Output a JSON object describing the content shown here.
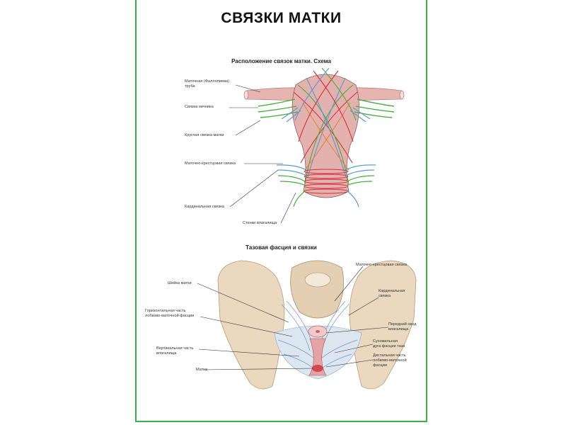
{
  "poster": {
    "title": "СВЯЗКИ МАТКИ",
    "section1": {
      "subtitle": "Расположение связок матки. Схема",
      "labels": {
        "tube": "Маточная (Фаллопиева)\nтруба",
        "ovary_lig": "Связка яичника",
        "round_lig": "Круглая связка матки",
        "uterosacral": "Маточно-крестцовая связка",
        "cardinal": "Кардинальная связка",
        "vagina_walls": "Стенки влагалища"
      }
    },
    "section2": {
      "subtitle": "Тазовая фасция и связки",
      "labels": {
        "cervix": "Шейка матки",
        "horizontal": "Горизонтальная часть\nлобково-маточной фасции",
        "vertical": "Вертикальная часть\nвлагалища",
        "uterus": "Матка",
        "uterosacral": "Маточно-крестцовая связка",
        "cardinal": "Кардинальная\nсвязка",
        "anterior_fornix": "Передний свод\nвлагалища",
        "tendinous_arch": "Сухожильная\nдуга фасции таза",
        "distal_part": "Дистальная часть\nлобково-маточной\nфасции"
      }
    },
    "colors": {
      "frame": "#38b24a",
      "bone": "#ead8bf",
      "uterus": "#d9a3a0",
      "red": "#d6303a",
      "green": "#49ad3f",
      "blue": "#5b9ad2",
      "orange": "#e0843a"
    }
  }
}
